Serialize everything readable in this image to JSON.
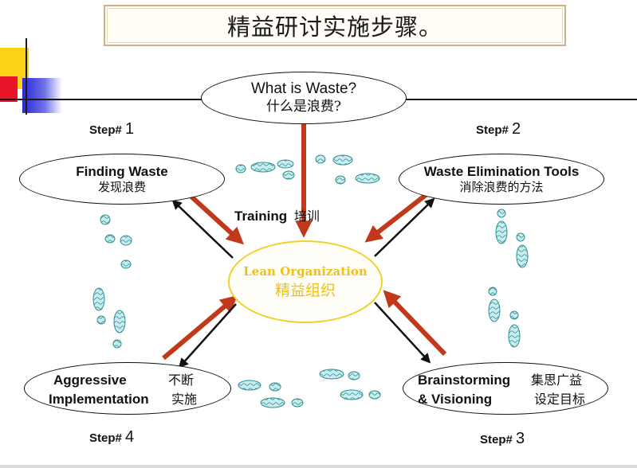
{
  "title": "精益研讨实施步骤。",
  "top_node": {
    "en": "What is Waste?",
    "cn": "什么是浪费?"
  },
  "center_node": {
    "en": "Lean Organization",
    "cn": "精益组织"
  },
  "training": {
    "en": "Training",
    "cn": "培训"
  },
  "steps": {
    "step1": {
      "label": "Step#",
      "number": "1",
      "en": "Finding Waste",
      "cn": "发现浪费"
    },
    "step2": {
      "label": "Step#",
      "number": "2",
      "en": "Waste Elimination Tools",
      "cn": "消除浪费的方法"
    },
    "step3": {
      "label": "Step#",
      "number": "3",
      "en_line1": "Brainstorming",
      "cn_line1": "集思广益",
      "en_line2": "& Visioning",
      "cn_line2": "设定目标"
    },
    "step4": {
      "label": "Step#",
      "number": "4",
      "en_line1": "Aggressive",
      "cn_line1": "不断",
      "en_line2": "Implementation",
      "cn_line2": "实施"
    }
  },
  "colors": {
    "red_arrow": "#c0391a",
    "black_arrow": "#111111",
    "center_border": "#f2d02a",
    "center_text": "#f0c018",
    "footprint_fill": "#bfe7ea",
    "footprint_stroke": "#2f8f8f"
  }
}
